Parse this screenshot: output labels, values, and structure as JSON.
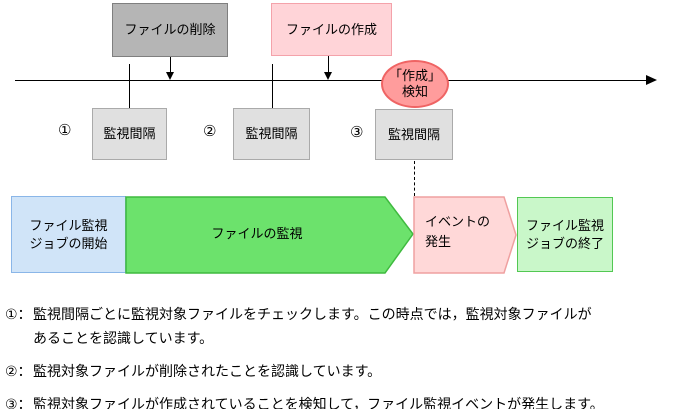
{
  "top_boxes": {
    "delete_label": "ファイルの削除",
    "create_label": "ファイルの作成"
  },
  "detection_bubble": {
    "line1": "「作成」",
    "line2": "検知"
  },
  "intervals": [
    {
      "marker": "①",
      "label": "監視間隔"
    },
    {
      "marker": "②",
      "label": "監視間隔"
    },
    {
      "marker": "③",
      "label": "監視間隔"
    }
  ],
  "flow": {
    "start": {
      "line1": "ファイル監視",
      "line2": "ジョブの開始"
    },
    "monitor": {
      "label": "ファイルの監視"
    },
    "event": {
      "line1": "イベントの",
      "line2": "発生"
    },
    "end": {
      "line1": "ファイル監視",
      "line2": "ジョブの終了"
    }
  },
  "notes": [
    {
      "marker": "①：",
      "lines": [
        "監視間隔ごとに監視対象ファイルをチェックします。この時点では，監視対象ファイルが",
        "あることを認識しています。"
      ]
    },
    {
      "marker": "②：",
      "lines": [
        "監視対象ファイルが削除されたことを認識しています。"
      ]
    },
    {
      "marker": "③：",
      "lines": [
        "監視対象ファイルが作成されていることを検知して，ファイル監視イベントが発生します。"
      ]
    }
  ],
  "colors": {
    "delete_box_fill": "#b5b5b5",
    "create_box_fill": "#ffd4d8",
    "interval_box_fill": "#e0e0e0",
    "detection_fill": "#ff9c9c",
    "detection_border": "#ef6464",
    "job_start_fill": "#d0e4f8",
    "monitor_arrow_fill": "#6ce26c",
    "event_fill": "#ffd8d8",
    "job_end_fill": "#c9f7c9"
  }
}
